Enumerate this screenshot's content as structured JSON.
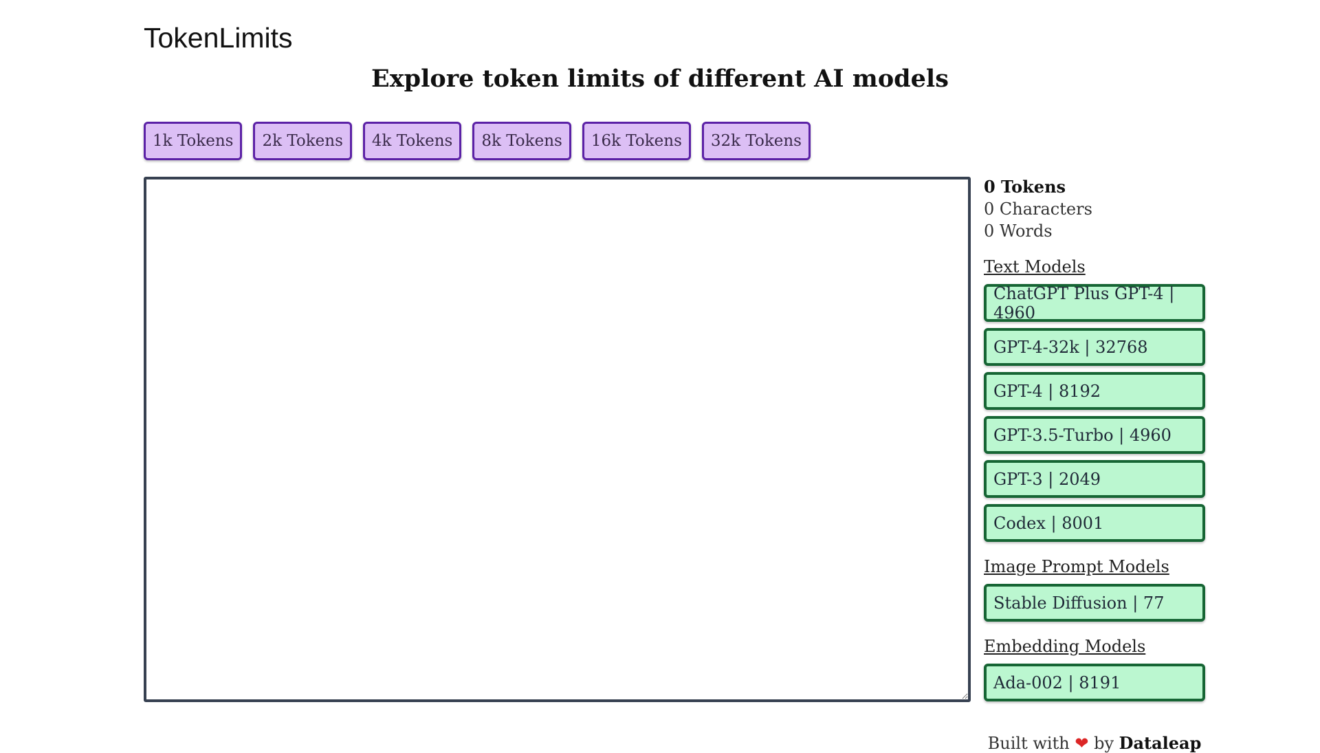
{
  "app": {
    "logo": "TokenLimits",
    "headline": "Explore token limits of different AI models"
  },
  "presets": [
    {
      "label": "1k Tokens"
    },
    {
      "label": "2k Tokens"
    },
    {
      "label": "4k Tokens"
    },
    {
      "label": "8k Tokens"
    },
    {
      "label": "16k Tokens"
    },
    {
      "label": "32k Tokens"
    }
  ],
  "editor": {
    "value": ""
  },
  "stats": {
    "tokens": "0 Tokens",
    "characters": "0 Characters",
    "words": "0 Words"
  },
  "sections": {
    "text_models": {
      "title": "Text Models",
      "items": [
        {
          "label": "ChatGPT Plus GPT-4 | 4960"
        },
        {
          "label": "GPT-4-32k | 32768"
        },
        {
          "label": "GPT-4 | 8192"
        },
        {
          "label": "GPT-3.5-Turbo | 4960"
        },
        {
          "label": "GPT-3 | 2049"
        },
        {
          "label": "Codex | 8001"
        }
      ]
    },
    "image_models": {
      "title": "Image Prompt Models",
      "items": [
        {
          "label": "Stable Diffusion | 77"
        }
      ]
    },
    "embedding_models": {
      "title": "Embedding Models",
      "items": [
        {
          "label": "Ada-002 | 8191"
        }
      ]
    }
  },
  "footer": {
    "prefix": "Built with",
    "heart": "❤",
    "by": "by",
    "link": "Dataleap"
  },
  "colors": {
    "preset_bg": "#dcbff5",
    "preset_border": "#5b21a6",
    "model_bg": "#bbf7d0",
    "model_border": "#166534",
    "editor_border": "#374151",
    "heart": "#dc2626"
  }
}
